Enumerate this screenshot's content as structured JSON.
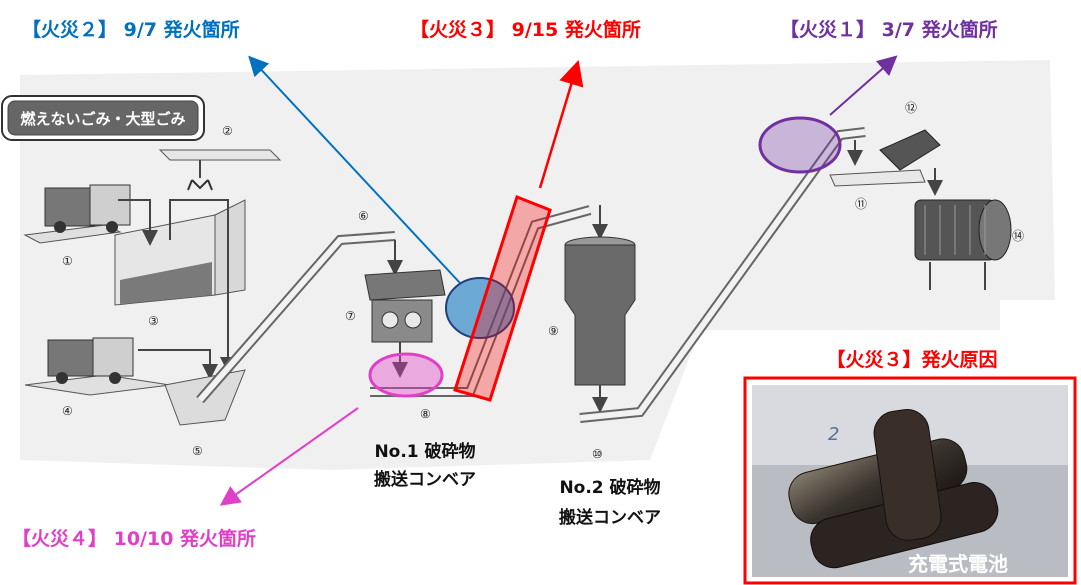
{
  "colors": {
    "fire1": "#7030a0",
    "fire2": "#0070c0",
    "fire3": "#ff0000",
    "fire4": "#e040c8",
    "machine": "#555555",
    "background_panel": "#f0f0f0"
  },
  "fires": {
    "fire1": {
      "label": "【火災１】 3/7 発火箇所"
    },
    "fire2": {
      "label": "【火災２】 9/7 発火箇所"
    },
    "fire3": {
      "label": "【火災３】 9/15 発火箇所"
    },
    "fire4": {
      "label": "【火災４】 10/10 発火箇所"
    }
  },
  "waste_type_label": "燃えないごみ・大型ごみ",
  "numbers": [
    "①",
    "②",
    "③",
    "④",
    "⑤",
    "⑥",
    "⑦",
    "⑧",
    "⑨",
    "⑩",
    "⑪",
    "⑫",
    "⑭"
  ],
  "conveyor1": {
    "line1": "No.1 破砕物",
    "line2": "搬送コンベア"
  },
  "conveyor2": {
    "line1": "No.2 破砕物",
    "line2": "搬送コンベア"
  },
  "cause": {
    "title": "【火災３】発火原因",
    "photo_caption": "充電式電池",
    "photo_mark": "2"
  }
}
